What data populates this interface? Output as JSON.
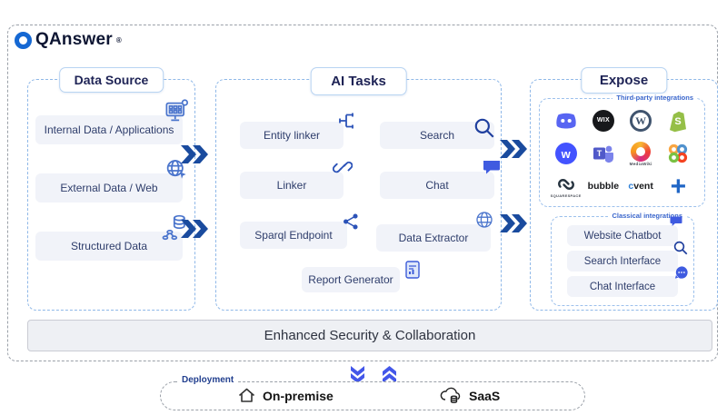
{
  "logo": {
    "name": "QAnswer",
    "registered_mark": "®"
  },
  "data_source": {
    "title": "Data Source",
    "items": [
      {
        "label": "Internal Data / Applications",
        "icon": "apps-monitor-icon"
      },
      {
        "label": "External Data / Web",
        "icon": "globe-cursor-icon"
      },
      {
        "label": "Structured Data",
        "icon": "database-network-icon"
      }
    ]
  },
  "ai_tasks": {
    "title": "AI Tasks",
    "items": [
      {
        "label": "Entity linker",
        "icon": "entity-linker-icon"
      },
      {
        "label": "Search",
        "icon": "search-icon"
      },
      {
        "label": "Linker",
        "icon": "link-icon"
      },
      {
        "label": "Chat",
        "icon": "chat-bubble-icon"
      },
      {
        "label": "Sparql Endpoint",
        "icon": "share-nodes-icon"
      },
      {
        "label": "Data Extractor",
        "icon": "globe-icon"
      },
      {
        "label": "Report Generator",
        "icon": "report-document-icon"
      }
    ]
  },
  "expose": {
    "title": "Expose",
    "third_party": {
      "label": "Third-party integrations",
      "integrations": [
        "Discord",
        "Wix",
        "WordPress",
        "Shopify",
        "Webflow",
        "Microsoft Teams",
        "MediaWiki",
        "Joomla",
        "Squarespace",
        "Bubble",
        "Cvent",
        "More"
      ],
      "wordmarks": {
        "wix": "WIX",
        "wordpress_letter": "W",
        "shopify_letter": "S",
        "webflow_letter": "w",
        "teams_letter": "T",
        "mediawiki": "MediaWiki",
        "squarespace": "SQUARESPACE",
        "bubble": "bubble",
        "cvent_c": "c",
        "cvent_rest": "vent",
        "plus": "+"
      }
    },
    "classical": {
      "label": "Classical integrations",
      "items": [
        {
          "label": "Website Chatbot",
          "icon": "chat-bubble-icon"
        },
        {
          "label": "Search Interface",
          "icon": "search-icon"
        },
        {
          "label": "Chat Interface",
          "icon": "chat-dots-icon"
        }
      ]
    }
  },
  "security_bar": {
    "label": "Enhanced Security & Collaboration"
  },
  "deployment": {
    "label": "Deployment",
    "options": [
      {
        "label": "On-premise",
        "icon": "house-icon"
      },
      {
        "label": "SaaS",
        "icon": "cloud-database-icon"
      }
    ]
  },
  "colors": {
    "chevron_navy": "#1a4b9e",
    "chevron_blue": "#4357e9",
    "section_border": "#8fb8e8",
    "item_bg": "#f1f3f9",
    "label_blue": "#3a66cc",
    "logo_blue": "#1568d3"
  }
}
